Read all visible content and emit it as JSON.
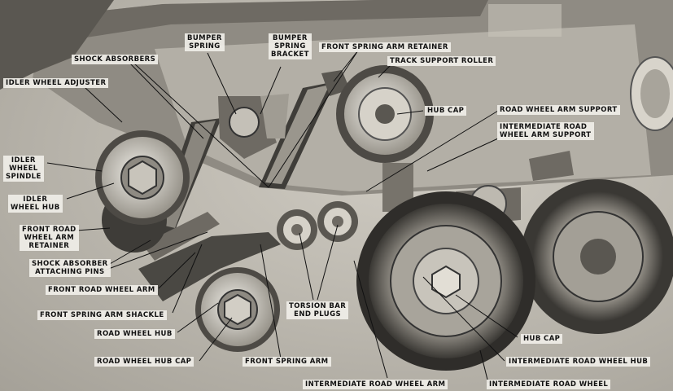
{
  "labels": {
    "bumper_spring_1": "BUMPER",
    "bumper_spring_2": "SPRING",
    "bumper_spring_bracket_1": "BUMPER",
    "bumper_spring_bracket_2": "SPRING",
    "bumper_spring_bracket_3": "BRACKET",
    "shock_absorbers": "SHOCK ABSORBERS",
    "front_spring_arm_retainer": "FRONT SPRING ARM RETAINER",
    "track_support_roller": "TRACK SUPPORT ROLLER",
    "idler_wheel_adjuster": "IDLER WHEEL ADJUSTER",
    "hub_cap_top": "HUB CAP",
    "road_wheel_arm_support": "ROAD WHEEL ARM SUPPORT",
    "intermediate_road_wheel_arm_support_1": "INTERMEDIATE ROAD",
    "intermediate_road_wheel_arm_support_2": "WHEEL ARM SUPPORT",
    "idler_wheel_spindle_1": "IDLER",
    "idler_wheel_spindle_2": "WHEEL",
    "idler_wheel_spindle_3": "SPINDLE",
    "idler_wheel_hub_1": "IDLER",
    "idler_wheel_hub_2": "WHEEL HUB",
    "front_road_wheel_arm_retainer_1": "FRONT ROAD",
    "front_road_wheel_arm_retainer_2": "WHEEL ARM",
    "front_road_wheel_arm_retainer_3": "RETAINER",
    "shock_absorber_attaching_pins_1": "SHOCK ABSORBER",
    "shock_absorber_attaching_pins_2": "ATTACHING PINS",
    "front_road_wheel_arm": "FRONT ROAD WHEEL ARM",
    "front_spring_arm_shackle": "FRONT SPRING ARM SHACKLE",
    "road_wheel_hub": "ROAD WHEEL HUB",
    "road_wheel_hub_cap": "ROAD WHEEL HUB CAP",
    "front_spring_arm": "FRONT SPRING ARM",
    "torsion_bar_end_plugs_1": "TORSION BAR",
    "torsion_bar_end_plugs_2": "END PLUGS",
    "hub_cap_bottom": "HUB CAP",
    "intermediate_road_wheel_hub": "INTERMEDIATE ROAD WHEEL HUB",
    "intermediate_road_wheel_arm": "INTERMEDIATE ROAD WHEEL ARM",
    "intermediate_road_wheel": "INTERMEDIATE ROAD WHEEL"
  }
}
